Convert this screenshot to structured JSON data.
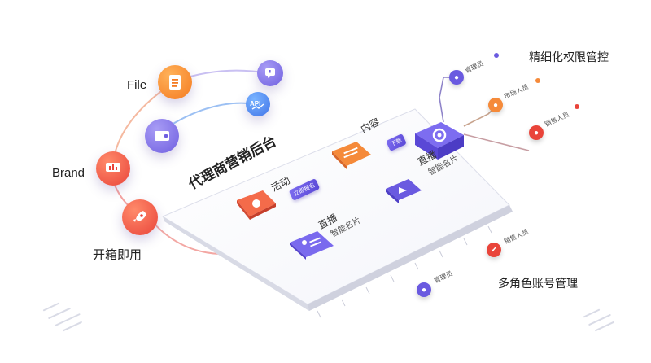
{
  "labels": {
    "file": "File",
    "brand": "Brand",
    "ready": "开箱即用",
    "fine_permissions": "精细化权限管控",
    "multi_role": "多角色账号管理"
  },
  "board": {
    "title": "代理商营销后台",
    "activity": "活动",
    "activity_chip": "立即报名",
    "content": "内容",
    "content_chip": "下载",
    "live1_title": "直播",
    "live1_sub": "智能名片",
    "live2_title": "直播",
    "live2_sub": "智能名片"
  },
  "roles": {
    "top_admin": "管理员",
    "mid": "市场人员",
    "bottom": "销售人员",
    "sales": "销售人员",
    "admin": "管理员"
  },
  "icons": {
    "file": "document-icon",
    "brand": "presentation-icon",
    "ready": "rocket-icon",
    "chat": "chat-bubble-icon",
    "api": "api-icon",
    "card": "card-icon",
    "settings": "gear-icon"
  },
  "colors": {
    "orange": "#f47a20",
    "red": "#e9443a",
    "purple": "#6f5fe0",
    "blue": "#3f73e8"
  }
}
